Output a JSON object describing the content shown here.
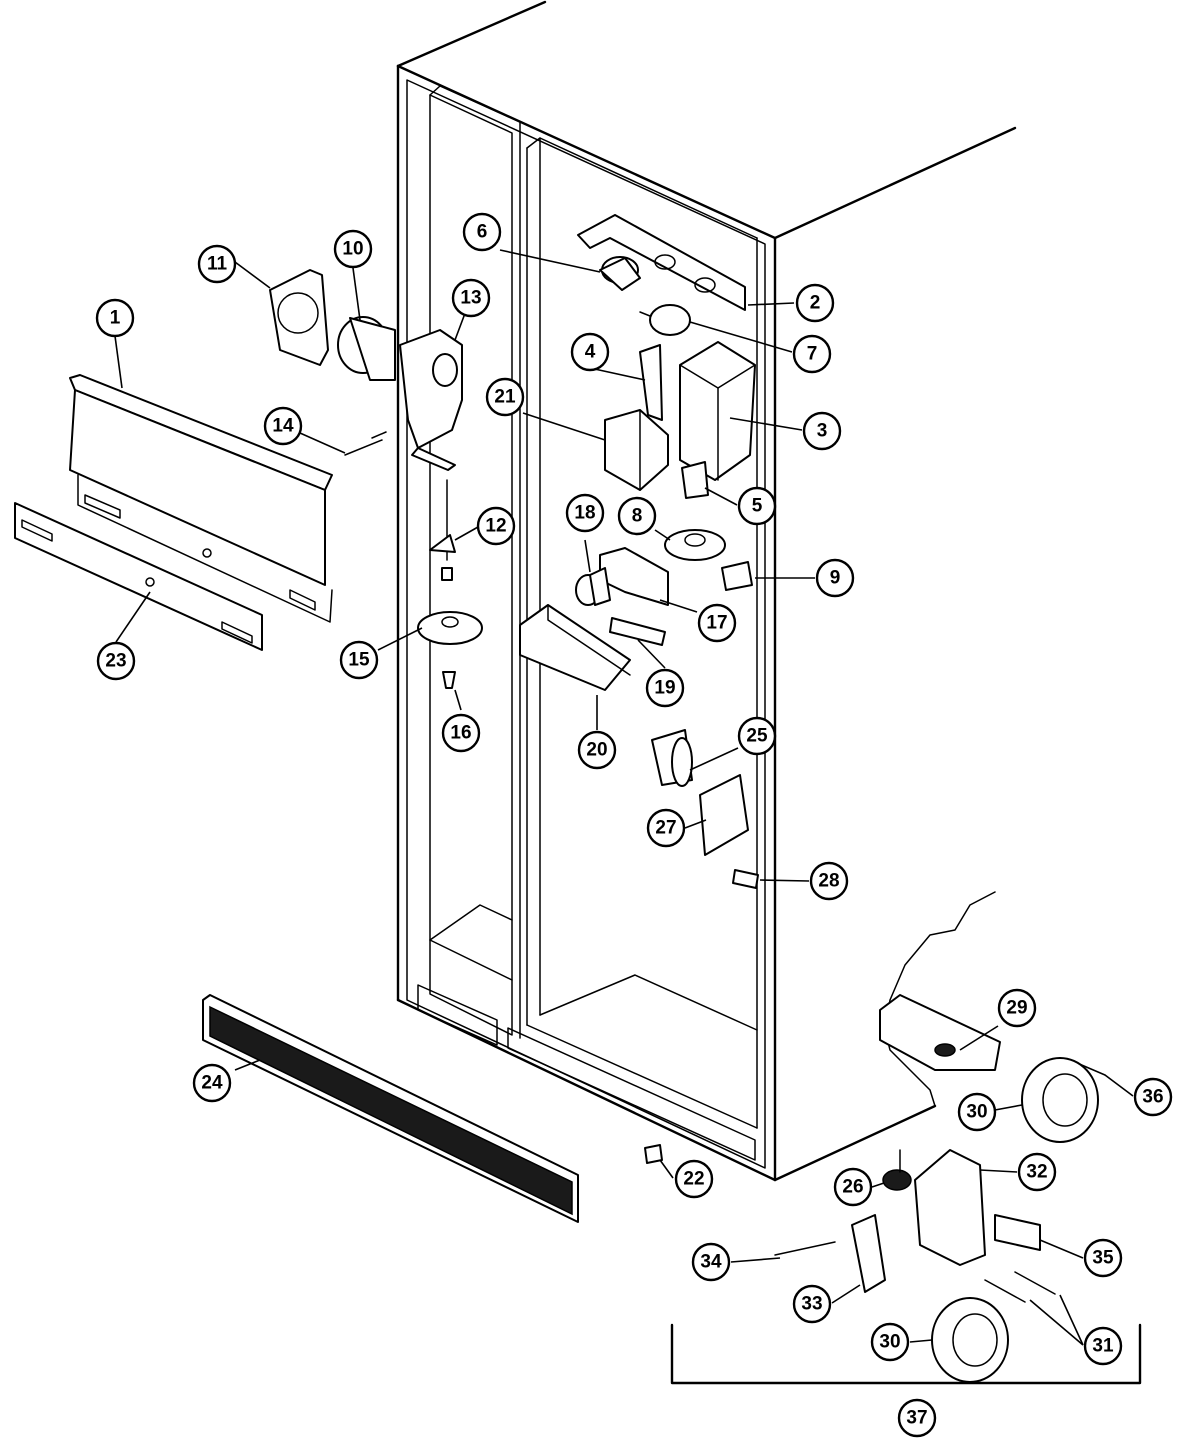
{
  "diagram": {
    "callouts": [
      {
        "id": "1",
        "label": "1"
      },
      {
        "id": "2",
        "label": "2"
      },
      {
        "id": "3",
        "label": "3"
      },
      {
        "id": "4",
        "label": "4"
      },
      {
        "id": "5",
        "label": "5"
      },
      {
        "id": "6",
        "label": "6"
      },
      {
        "id": "7",
        "label": "7"
      },
      {
        "id": "8",
        "label": "8"
      },
      {
        "id": "9",
        "label": "9"
      },
      {
        "id": "10",
        "label": "10"
      },
      {
        "id": "11",
        "label": "11"
      },
      {
        "id": "12",
        "label": "12"
      },
      {
        "id": "13",
        "label": "13"
      },
      {
        "id": "14",
        "label": "14"
      },
      {
        "id": "15",
        "label": "15"
      },
      {
        "id": "16",
        "label": "16"
      },
      {
        "id": "17",
        "label": "17"
      },
      {
        "id": "18",
        "label": "18"
      },
      {
        "id": "19",
        "label": "19"
      },
      {
        "id": "20",
        "label": "20"
      },
      {
        "id": "21",
        "label": "21"
      },
      {
        "id": "22",
        "label": "22"
      },
      {
        "id": "23",
        "label": "23"
      },
      {
        "id": "24",
        "label": "24"
      },
      {
        "id": "25",
        "label": "25"
      },
      {
        "id": "26",
        "label": "26"
      },
      {
        "id": "27",
        "label": "27"
      },
      {
        "id": "28",
        "label": "28"
      },
      {
        "id": "29",
        "label": "29"
      },
      {
        "id": "30a",
        "label": "30"
      },
      {
        "id": "30b",
        "label": "30"
      },
      {
        "id": "31",
        "label": "31"
      },
      {
        "id": "32",
        "label": "32"
      },
      {
        "id": "33",
        "label": "33"
      },
      {
        "id": "34",
        "label": "34"
      },
      {
        "id": "35",
        "label": "35"
      },
      {
        "id": "36",
        "label": "36"
      },
      {
        "id": "37",
        "label": "37"
      }
    ]
  }
}
